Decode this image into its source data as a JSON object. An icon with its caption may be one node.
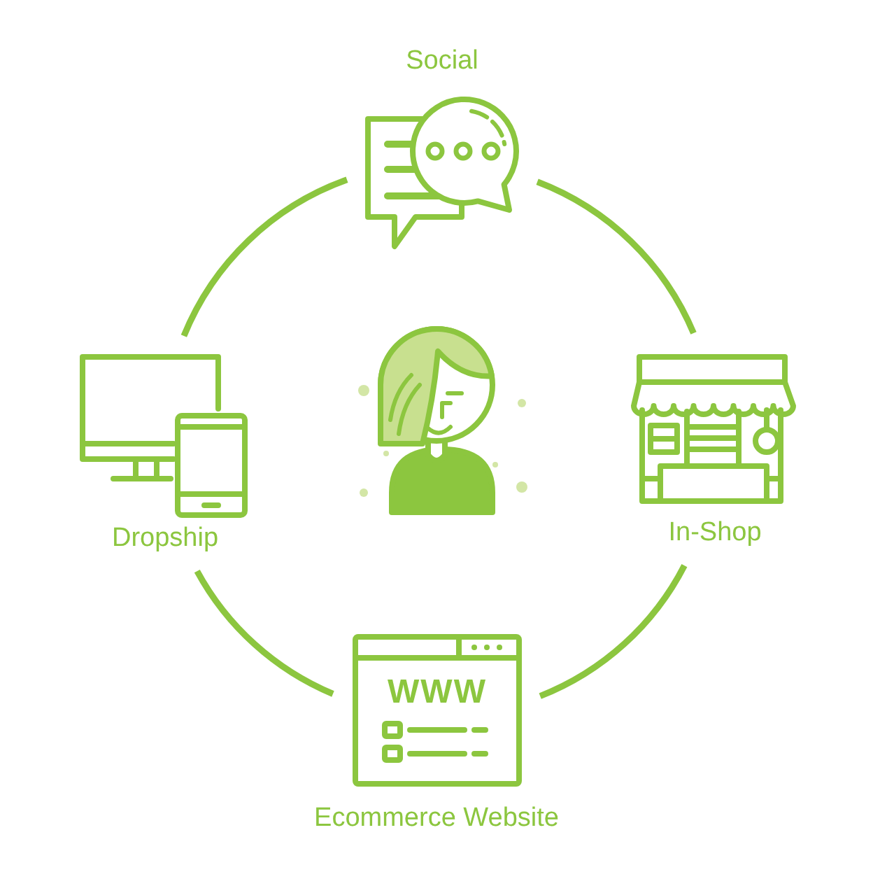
{
  "diagram": {
    "nodes": [
      {
        "text": [
          "Social"
        ]
      },
      {
        "text": [
          "Dropship"
        ]
      },
      {
        "text": [],
        "shape": "picture"
      },
      {
        "text": [
          "In-Shop"
        ]
      },
      {
        "text": [
          "WWW",
          "Ecommerce Website"
        ]
      }
    ],
    "edges": [
      {
        "from": 0,
        "to": 3,
        "arrow": "none"
      },
      {
        "from": 3,
        "to": 4,
        "arrow": "none"
      },
      {
        "from": 4,
        "to": 1,
        "arrow": "none"
      },
      {
        "from": 1,
        "to": 0,
        "arrow": "none"
      }
    ]
  }
}
